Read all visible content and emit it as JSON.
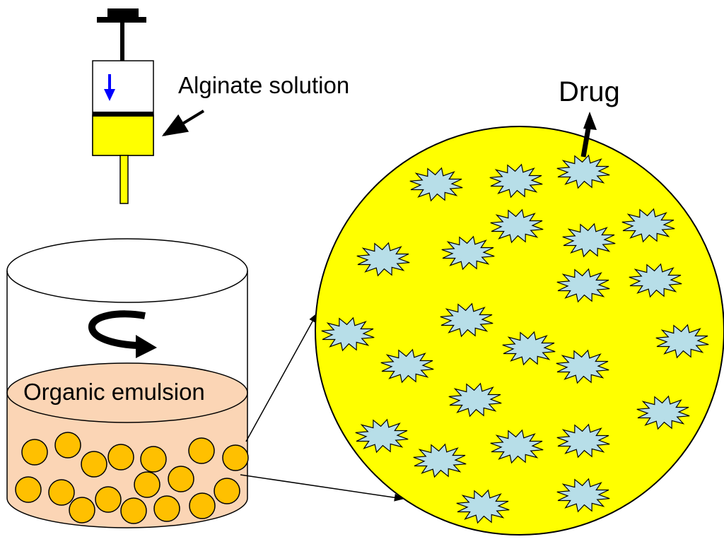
{
  "labels": {
    "syringe": "Alginate solution",
    "beaker": "Organic emulsion",
    "release": "Drug"
  },
  "colors": {
    "alginate": "#ffff00",
    "emulsion": "#fbd5b5",
    "bead": "#ffc000",
    "drug": "#b7dee8",
    "push_arrow": "#0000ff"
  },
  "icons": {
    "stir": "curved-rotation-arrow",
    "push": "down-arrow",
    "drug_particle": "starburst"
  }
}
